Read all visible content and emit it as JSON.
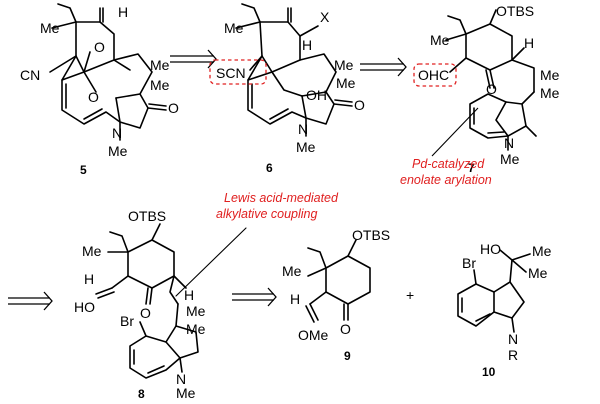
{
  "compounds": {
    "c5": {
      "number": "5",
      "labels": {
        "cn": "CN",
        "me_left": "Me",
        "me1": "Me",
        "me2": "Me",
        "o_bridge1": "O",
        "o_bridge2": "O",
        "o_amide": "O",
        "n_label": "N",
        "n_me": "Me",
        "h": "H"
      }
    },
    "c6": {
      "number": "6",
      "labels": {
        "scn": "SCN",
        "me_left": "Me",
        "x": "X",
        "me1": "Me",
        "me2": "Me",
        "oh": "OH",
        "o_amide": "O",
        "n_label": "N",
        "n_me": "Me",
        "h": "H"
      }
    },
    "c7": {
      "number": "7",
      "labels": {
        "otbs": "OTBS",
        "me_left": "Me",
        "ohc": "OHC",
        "o_ring": "O",
        "me1": "Me",
        "me2": "Me",
        "n_label": "N",
        "n_me": "Me",
        "h": "H"
      }
    },
    "c8": {
      "number": "8",
      "labels": {
        "otbs": "OTBS",
        "me_left": "Me",
        "ho": "HO",
        "h_vinyl": "H",
        "o_ring": "O",
        "h": "H",
        "me1": "Me",
        "me2": "Me",
        "br": "Br",
        "n_label": "N",
        "n_me": "Me"
      }
    },
    "c9": {
      "number": "9",
      "labels": {
        "otbs": "OTBS",
        "me": "Me",
        "h_vinyl": "H",
        "ome": "OMe",
        "o_ring": "O"
      }
    },
    "c10": {
      "number": "10",
      "labels": {
        "ho": "HO",
        "me1": "Me",
        "me2": "Me",
        "br": "Br",
        "n_label": "N",
        "r": "R"
      }
    }
  },
  "plus": "+",
  "annotations": {
    "pd_line1": "Pd-catalyzed",
    "pd_line2": "enolate arylation",
    "lewis_line1": "Lewis acid-mediated",
    "lewis_line2": "alkylative coupling"
  },
  "colors": {
    "annotation": "#e02020",
    "structure": "#000000"
  }
}
